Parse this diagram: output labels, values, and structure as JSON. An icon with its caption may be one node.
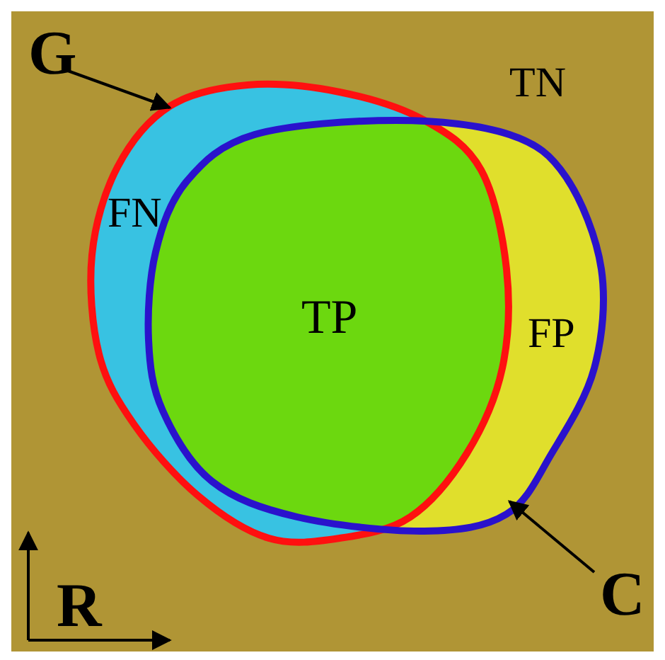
{
  "diagram": {
    "nodes": [
      {
        "text": [
          "G"
        ]
      },
      {
        "text": [],
        "shape": "circle"
      },
      {
        "text": [],
        "shape": "circle"
      },
      {
        "text": [
          "C"
        ]
      }
    ],
    "edges": [
      {
        "from": 0,
        "to": 1,
        "arrow": "to"
      },
      {
        "from": 3,
        "to": 2,
        "arrow": "to"
      }
    ],
    "labels": [
      "TN",
      "FN",
      "TP",
      "FP",
      "R"
    ]
  }
}
